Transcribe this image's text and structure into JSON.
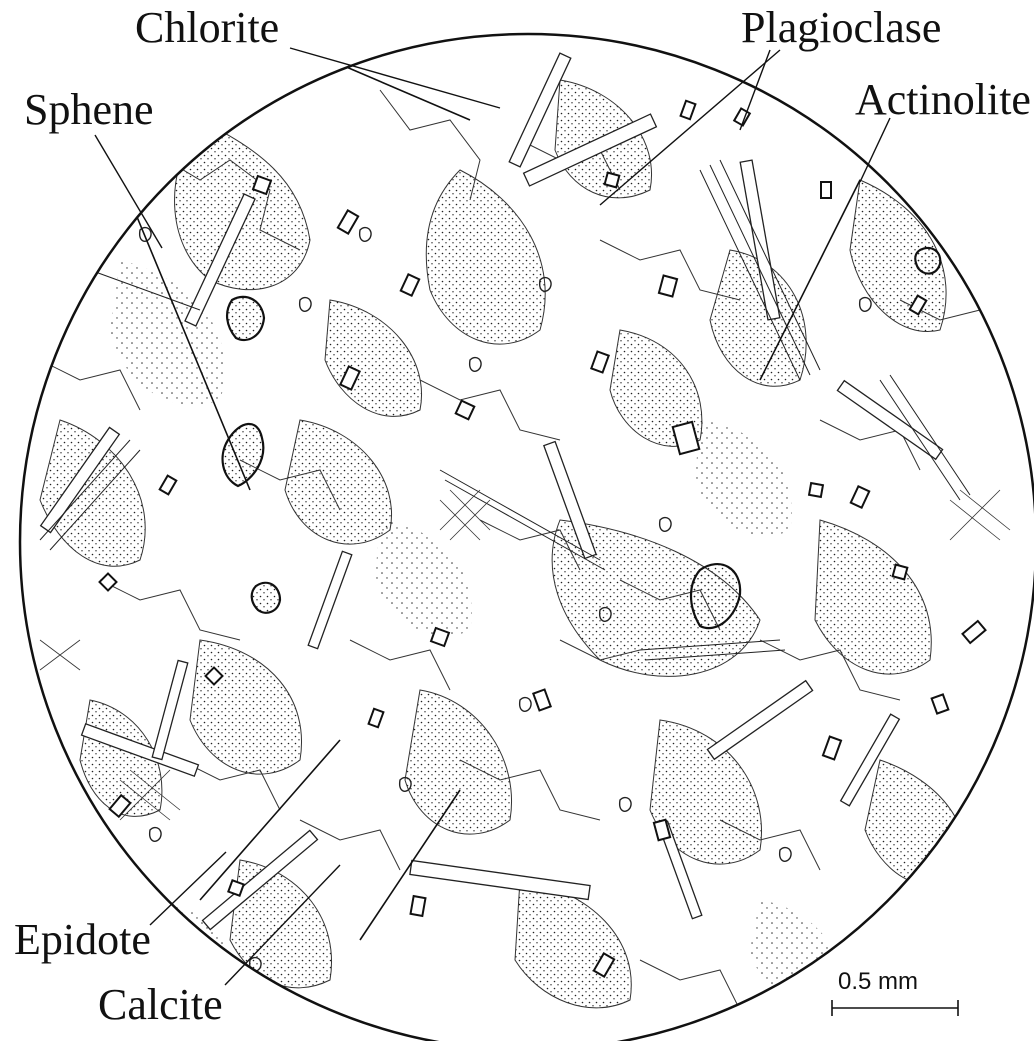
{
  "labels": {
    "chlorite": "Chlorite",
    "plagioclase": "Plagioclase",
    "sphene": "Sphene",
    "actinolite": "Actinolite",
    "epidote": "Epidote",
    "calcite": "Calcite"
  },
  "scale_bar": {
    "text": "0.5 mm"
  },
  "colors": {
    "ink": "#111111",
    "paper": "#ffffff"
  }
}
